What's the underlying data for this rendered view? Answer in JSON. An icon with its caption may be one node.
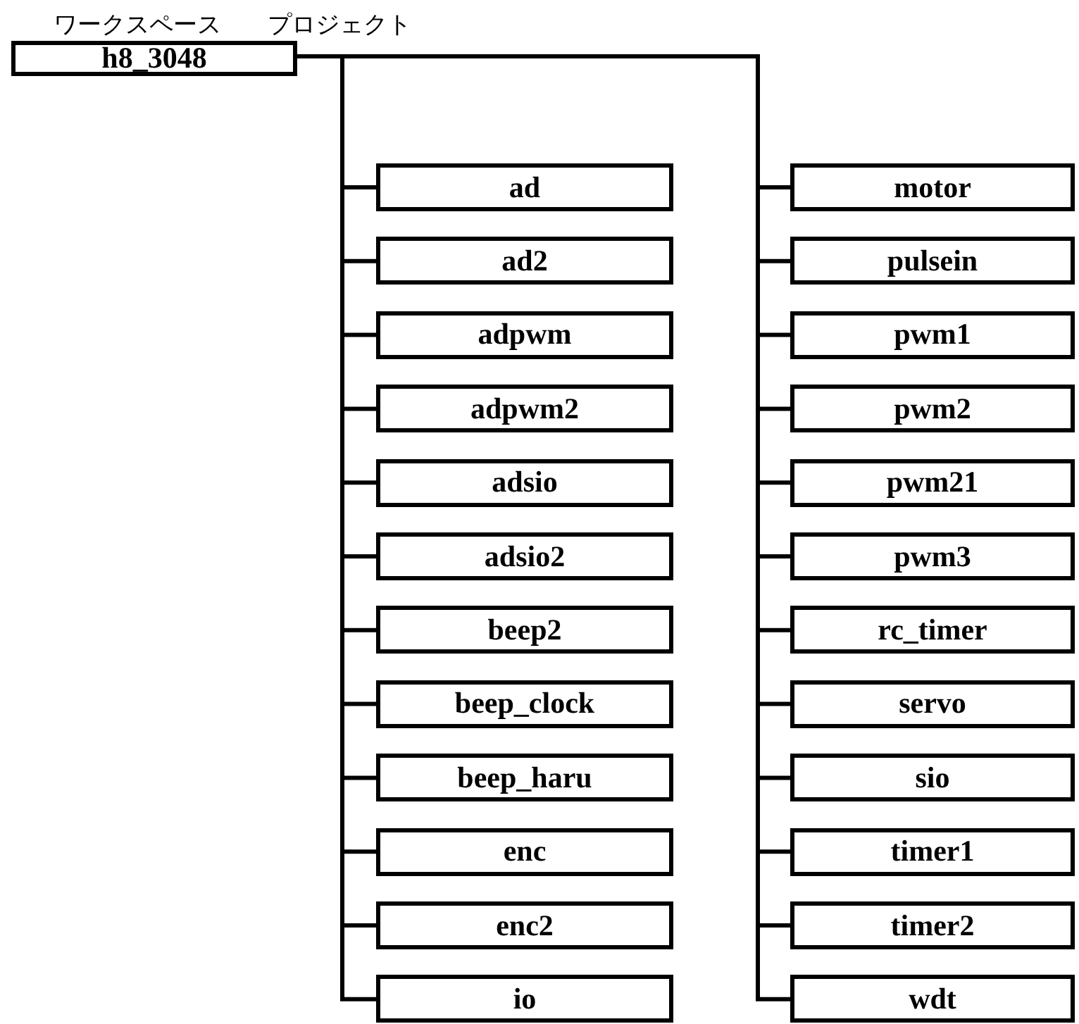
{
  "diagram": {
    "nodes": [
      {
        "text": [
          "h8_3048"
        ]
      },
      {
        "text": [
          "ad"
        ]
      },
      {
        "text": [
          "ad2"
        ]
      },
      {
        "text": [
          "adpwm"
        ]
      },
      {
        "text": [
          "adpwm2"
        ]
      },
      {
        "text": [
          "adsio"
        ]
      },
      {
        "text": [
          "adsio2"
        ]
      },
      {
        "text": [
          "beep2"
        ]
      },
      {
        "text": [
          "beep_clock"
        ]
      },
      {
        "text": [
          "beep_haru"
        ]
      },
      {
        "text": [
          "enc"
        ]
      },
      {
        "text": [
          "enc2"
        ]
      },
      {
        "text": [
          "io"
        ]
      },
      {
        "text": [
          "motor"
        ]
      },
      {
        "text": [
          "pulsein"
        ]
      },
      {
        "text": [
          "pwm1"
        ]
      },
      {
        "text": [
          "pwm2"
        ]
      },
      {
        "text": [
          "pwm21"
        ]
      },
      {
        "text": [
          "pwm3"
        ]
      },
      {
        "text": [
          "rc_timer"
        ]
      },
      {
        "text": [
          "servo"
        ]
      },
      {
        "text": [
          "sio"
        ]
      },
      {
        "text": [
          "timer1"
        ]
      },
      {
        "text": [
          "timer2"
        ]
      },
      {
        "text": [
          "wdt"
        ]
      }
    ],
    "edges": [
      {
        "from": 0,
        "to": 1,
        "arrow": "none"
      },
      {
        "from": 0,
        "to": 2,
        "arrow": "none"
      },
      {
        "from": 0,
        "to": 3,
        "arrow": "none"
      },
      {
        "from": 0,
        "to": 4,
        "arrow": "none"
      },
      {
        "from": 0,
        "to": 5,
        "arrow": "none"
      },
      {
        "from": 0,
        "to": 6,
        "arrow": "none"
      },
      {
        "from": 0,
        "to": 7,
        "arrow": "none"
      },
      {
        "from": 0,
        "to": 8,
        "arrow": "none"
      },
      {
        "from": 0,
        "to": 9,
        "arrow": "none"
      },
      {
        "from": 0,
        "to": 10,
        "arrow": "none"
      },
      {
        "from": 0,
        "to": 11,
        "arrow": "none"
      },
      {
        "from": 0,
        "to": 12,
        "arrow": "none"
      },
      {
        "from": 0,
        "to": 13,
        "arrow": "none"
      },
      {
        "from": 0,
        "to": 14,
        "arrow": "none"
      },
      {
        "from": 0,
        "to": 15,
        "arrow": "none"
      },
      {
        "from": 0,
        "to": 16,
        "arrow": "none"
      },
      {
        "from": 0,
        "to": 17,
        "arrow": "none"
      },
      {
        "from": 0,
        "to": 18,
        "arrow": "none"
      },
      {
        "from": 0,
        "to": 19,
        "arrow": "none"
      },
      {
        "from": 0,
        "to": 20,
        "arrow": "none"
      },
      {
        "from": 0,
        "to": 21,
        "arrow": "none"
      },
      {
        "from": 0,
        "to": 22,
        "arrow": "none"
      },
      {
        "from": 0,
        "to": 23,
        "arrow": "none"
      },
      {
        "from": 0,
        "to": 24,
        "arrow": "none"
      }
    ],
    "labels": [
      "ワークスペース",
      "プロジェクト"
    ]
  }
}
